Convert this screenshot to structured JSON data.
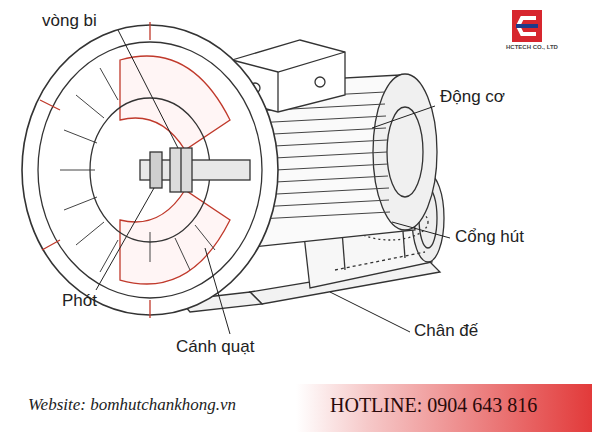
{
  "diagram": {
    "labels": [
      "vòng bi",
      "Động cơ",
      "Cổng hút",
      "Phót",
      "Cánh quạt",
      "Chân đế",
      "HCTECH CO., LTD",
      "Website: bomhutchankhong.vn",
      "HOTLINE: 0904 643 816"
    ]
  }
}
